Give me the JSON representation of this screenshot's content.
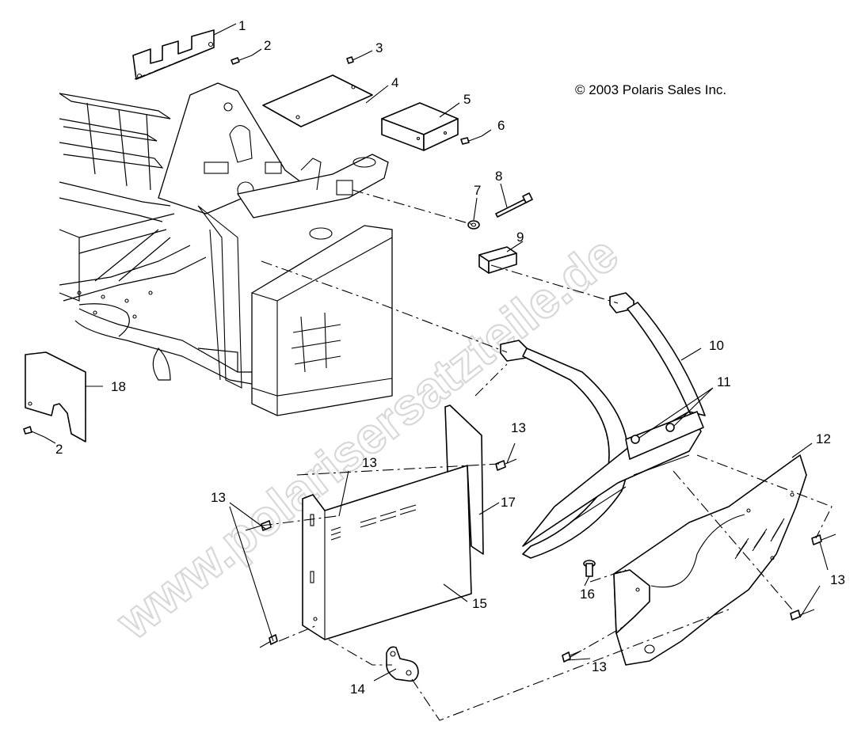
{
  "copyright": "© 2003 Polaris Sales Inc.",
  "watermark": "www.polarisersatzteile.de",
  "callouts": [
    {
      "id": "c1",
      "text": "1"
    },
    {
      "id": "c2a",
      "text": "2"
    },
    {
      "id": "c3",
      "text": "3"
    },
    {
      "id": "c4",
      "text": "4"
    },
    {
      "id": "c5",
      "text": "5"
    },
    {
      "id": "c6",
      "text": "6"
    },
    {
      "id": "c7",
      "text": "7"
    },
    {
      "id": "c8",
      "text": "8"
    },
    {
      "id": "c9",
      "text": "9"
    },
    {
      "id": "c10",
      "text": "10"
    },
    {
      "id": "c11",
      "text": "11"
    },
    {
      "id": "c12",
      "text": "12"
    },
    {
      "id": "c13a",
      "text": "13"
    },
    {
      "id": "c13b",
      "text": "13"
    },
    {
      "id": "c13c",
      "text": "13"
    },
    {
      "id": "c13d",
      "text": "13"
    },
    {
      "id": "c13e",
      "text": "13"
    },
    {
      "id": "c14",
      "text": "14"
    },
    {
      "id": "c15",
      "text": "15"
    },
    {
      "id": "c16",
      "text": "16"
    },
    {
      "id": "c17",
      "text": "17"
    },
    {
      "id": "c18",
      "text": "18"
    },
    {
      "id": "c2b",
      "text": "2"
    }
  ]
}
